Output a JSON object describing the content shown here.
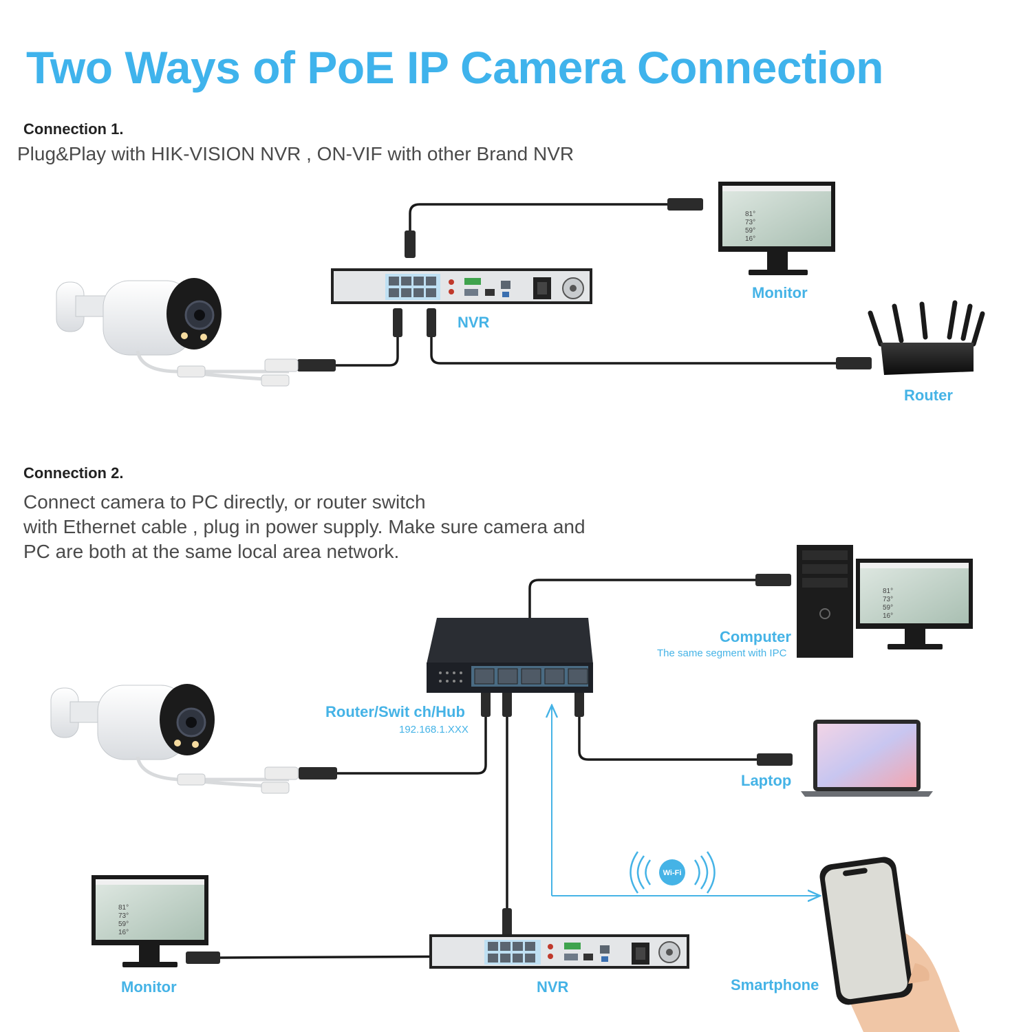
{
  "title": "Two Ways of PoE IP Camera Connection",
  "connection1": {
    "heading": "Connection 1.",
    "description": "Plug&Play with HIK-VISION NVR , ON-VIF with other Brand NVR",
    "labels": {
      "nvr": "NVR",
      "monitor": "Monitor",
      "router": "Router"
    }
  },
  "connection2": {
    "heading": "Connection 2.",
    "description_lines": [
      "Connect camera to PC directly, or router switch",
      "with Ethernet cable , plug in power supply. Make sure camera and",
      "PC are both at the same local area network."
    ],
    "labels": {
      "switch": "Router/Swit ch/Hub",
      "switch_ip": "192.168.1.XXX",
      "computer": "Computer",
      "computer_note": "The same segment with IPC",
      "laptop": "Laptop",
      "monitor": "Monitor",
      "nvr": "NVR",
      "smartphone": "Smartphone",
      "wifi": "Wi-Fi"
    }
  },
  "monitor_readings": [
    "81°",
    "73°",
    "59°",
    "16°"
  ],
  "colors": {
    "title": "#3fb3ec",
    "label": "#45b3e6",
    "cable": "#1a1a1a",
    "wifi_line": "#45b3e6"
  },
  "icons": [
    "bullet-camera-icon",
    "nvr-recorder-icon",
    "monitor-icon",
    "router-icon",
    "poe-switch-icon",
    "desktop-tower-icon",
    "laptop-icon",
    "smartphone-icon",
    "wifi-icon"
  ]
}
